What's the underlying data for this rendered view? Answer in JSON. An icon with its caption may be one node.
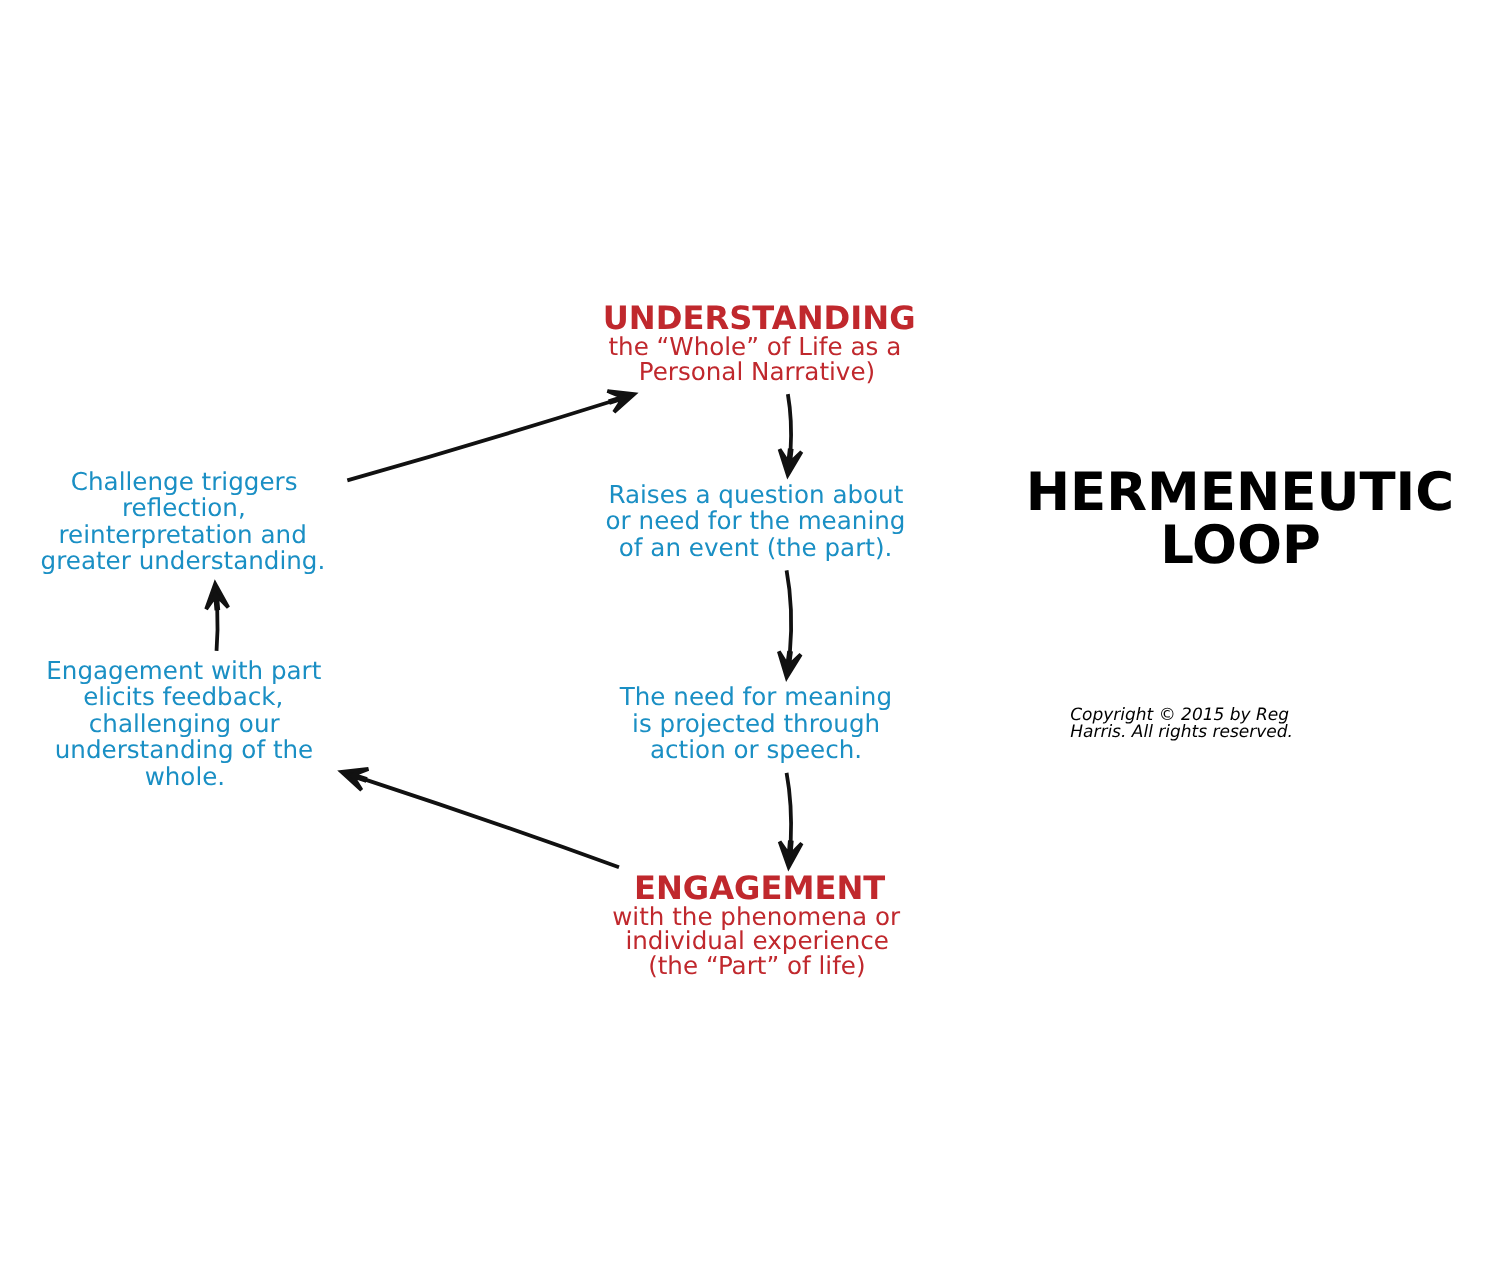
{
  "diagram": {
    "nodes": [
      {
        "text": [
          "UNDERSTANDING",
          "the “Whole” of Life as a Personal Narrative)"
        ]
      },
      {
        "text": [
          "Raises a question about or need for the meaning of an event (the part)."
        ]
      },
      {
        "text": [
          "The need for meaning is projected through action or speech."
        ]
      },
      {
        "text": [
          "ENGAGEMENT",
          "with the phenomena or individual experience (the “Part” of life)"
        ]
      },
      {
        "text": [
          "Engagement with part elicits feedback, challenging our understanding of the whole."
        ]
      },
      {
        "text": [
          "Challenge triggers reflection, reinterpretation and greater understanding."
        ]
      }
    ],
    "edges": [
      {
        "from": 0,
        "to": 1,
        "arrow": "to"
      },
      {
        "from": 1,
        "to": 2,
        "arrow": "to"
      },
      {
        "from": 2,
        "to": 3,
        "arrow": "to"
      },
      {
        "from": 3,
        "to": 4,
        "arrow": "to"
      },
      {
        "from": 4,
        "to": 5,
        "arrow": "to"
      },
      {
        "from": 5,
        "to": 0,
        "arrow": "to"
      }
    ],
    "labels": [
      "HERMENEUTIC LOOP",
      "Copyright © 2015 by Reg Harris. All rights reserved."
    ]
  }
}
